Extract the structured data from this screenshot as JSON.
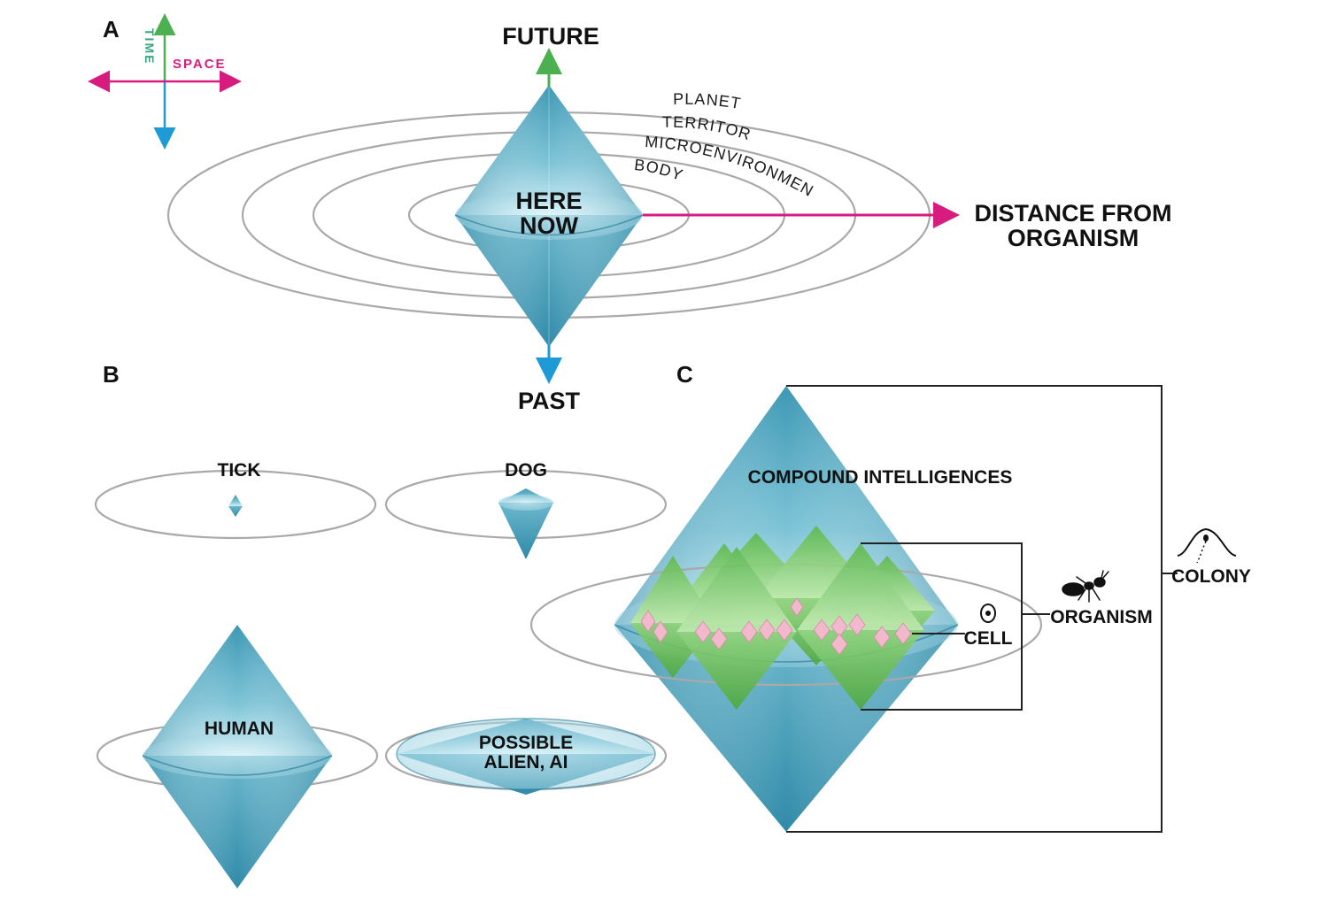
{
  "panels": {
    "a": "A",
    "b": "B",
    "c": "C"
  },
  "axes_key": {
    "time": "TIME",
    "space": "SPACE"
  },
  "panel_a": {
    "future": "FUTURE",
    "past": "PAST",
    "here": "HERE",
    "now": "NOW",
    "distance_line1": "DISTANCE FROM",
    "distance_line2": "ORGANISM",
    "rings": {
      "planet": "PLANET",
      "territory": "TERRITORY",
      "microenvironment": "MICROENVIRONMENT",
      "body": "BODY"
    }
  },
  "panel_b": {
    "tick": "TICK",
    "dog": "DOG",
    "human": "HUMAN",
    "alien_line1": "POSSIBLE",
    "alien_line2": "ALIEN, AI"
  },
  "panel_c": {
    "compound": "COMPOUND INTELLIGENCES",
    "cell": "CELL",
    "organism": "ORGANISM",
    "colony": "COLONY"
  },
  "colors": {
    "time_future": "#4caf50",
    "time_past": "#1e9ad6",
    "space": "#d81b7f",
    "cone_blue": "#4fa8c0",
    "cone_green": "#6cc24a",
    "cone_pink": "#f2b8cc"
  }
}
